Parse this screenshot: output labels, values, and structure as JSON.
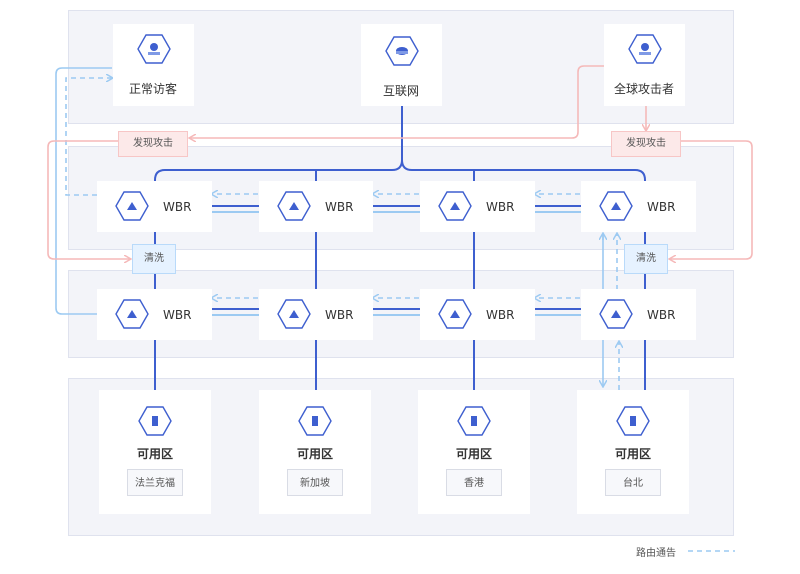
{
  "top_nodes": {
    "normal_visitor": "正常访客",
    "internet": "互联网",
    "global_attacker": "全球攻击者"
  },
  "tags": {
    "attack_detected_left": "发现攻击",
    "attack_detected_right": "发现攻击",
    "scrub_left": "清洗",
    "scrub_right": "清洗"
  },
  "wbr_label": "WBR",
  "wbr_row1": [
    "WBR",
    "WBR",
    "WBR",
    "WBR"
  ],
  "wbr_row2": [
    "WBR",
    "WBR",
    "WBR",
    "WBR"
  ],
  "availability_zones": [
    {
      "title": "可用区",
      "city": "法兰克福"
    },
    {
      "title": "可用区",
      "city": "新加坡"
    },
    {
      "title": "可用区",
      "city": "香港"
    },
    {
      "title": "可用区",
      "city": "台北"
    }
  ],
  "legend": {
    "route_announcement": "路由通告"
  },
  "colors": {
    "link_blue": "#3e5fcf",
    "route_dash": "#9ccaf2",
    "attack_pink": "#f5b9b9",
    "clean_blue": "#9ccaf2",
    "band_bg": "#f3f4f9"
  }
}
